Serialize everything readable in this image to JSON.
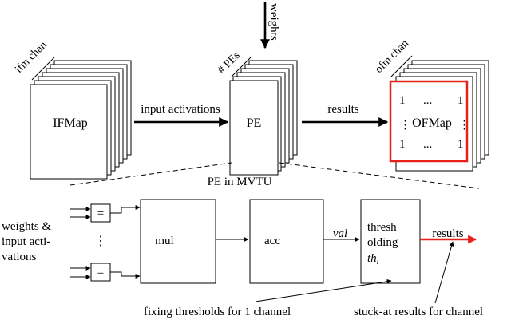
{
  "top": {
    "weights_label": "weights",
    "ifmap": {
      "stack_label": "ifm chan",
      "box_label": "IFMap"
    },
    "pe": {
      "stack_label": "# PEs",
      "box_label": "PE"
    },
    "ofmap": {
      "stack_label": "ofm chan",
      "box_label": "OFMap",
      "grid": {
        "top_left": "1",
        "top_mid": "...",
        "top_right": "1",
        "mid_left": "⋮",
        "mid_right": "⋮",
        "bot_left": "1",
        "bot_mid": "...",
        "bot_right": "1"
      }
    },
    "arrow_input": "input activations",
    "arrow_results": "results"
  },
  "detail": {
    "title": "PE in MVTU",
    "side_label": [
      "weights &",
      "input acti-",
      "vations"
    ],
    "eq_symbol": "=",
    "vdots": "⋮",
    "mul_label": "mul",
    "acc_label": "acc",
    "val_label": "val",
    "thresh_lines": [
      "thresh",
      "olding"
    ],
    "thresh_var": "th",
    "thresh_sub": "i",
    "results_label": "results",
    "note_fixing": "fixing thresholds for 1 channel",
    "note_stuck": "stuck-at results for channel"
  },
  "colors": {
    "highlight": "#e8201c",
    "line": "#000000"
  }
}
